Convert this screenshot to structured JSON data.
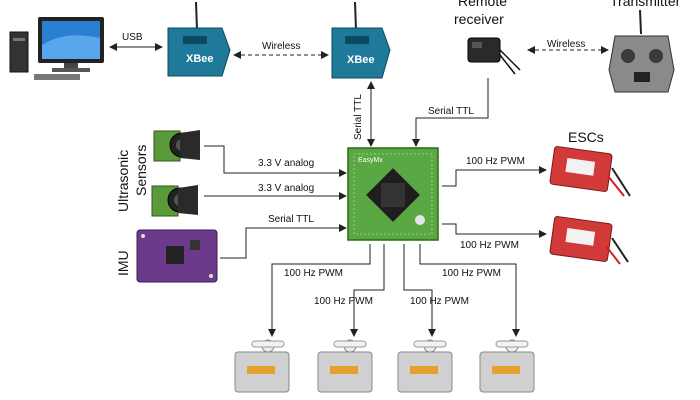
{
  "labels": {
    "usb": "USB",
    "wireless_left": "Wireless",
    "remote_receiver_line1": "Remote",
    "remote_receiver_line2": "receiver",
    "transmitter": "Transmitter",
    "wireless_right": "Wireless",
    "serial_ttl_vertical": "Serial TTL",
    "serial_ttl_receiver": "Serial TTL",
    "ultrasonic_sensors_line1": "Ultrasonic",
    "ultrasonic_sensors_line2": "Sensors",
    "analog_1": "3.3 V analog",
    "analog_2": "3.3 V analog",
    "serial_ttl_imu": "Serial TTL",
    "imu": "IMU",
    "escs": "ESCs",
    "pwm_esc_1": "100 Hz PWM",
    "pwm_esc_2": "100 Hz PWM",
    "pwm_servo_1": "100 Hz PWM",
    "pwm_servo_2": "100 Hz PWM",
    "pwm_servo_3": "100 Hz PWM",
    "pwm_servo_4": "100 Hz PWM",
    "xbee_left": "XBee",
    "xbee_right": "XBee",
    "board_label": "EasyMx"
  },
  "colors": {
    "xbee": "#1f7a9a",
    "board": "#5aa844",
    "imu": "#6b3a8a",
    "esc": "#d23a3a",
    "servo": "#d0d0d0"
  }
}
